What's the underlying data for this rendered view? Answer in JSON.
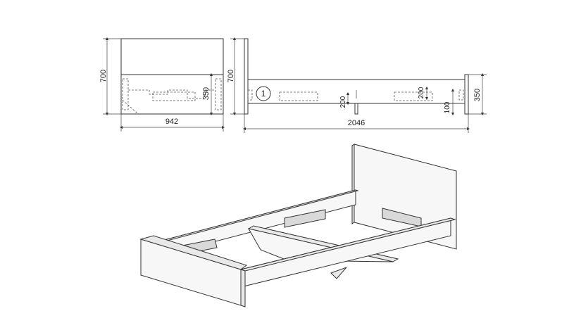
{
  "head_view": {
    "width": "942",
    "height": "700",
    "inner_height": "350"
  },
  "side_view": {
    "length": "2046",
    "height": "700",
    "rail_height": "350",
    "slot_a": "200",
    "slot_b": "200",
    "leg_height": "100",
    "part_number": "1"
  }
}
